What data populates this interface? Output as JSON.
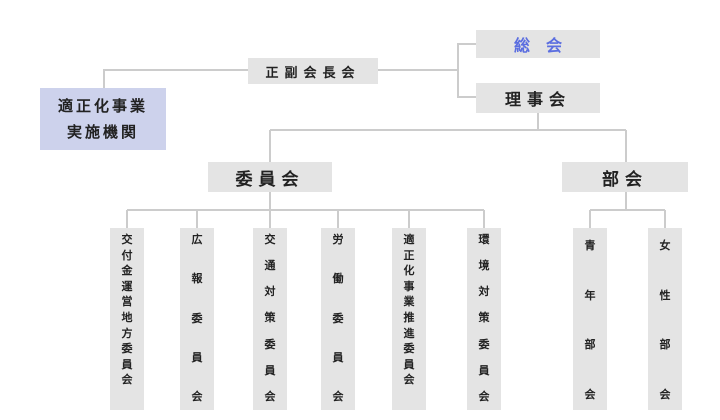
{
  "colors": {
    "box_fill": "#e4e4e4",
    "side_fill": "#cdd2ec",
    "line": "#cccccc",
    "general_meeting_text": "#5b6ee0",
    "text": "#222222"
  },
  "top": {
    "general_meeting": "総　会",
    "vice_chairs": "正副会長会",
    "board": "理事会"
  },
  "side_org": {
    "line1": "適正化事業",
    "line2": "実施機関"
  },
  "committees": {
    "label": "委員会",
    "items": [
      "交付金運営地方委員会",
      "広報委員会",
      "交通対策委員会",
      "労働委員会",
      "適正化事業推進委員会",
      "環境対策委員会"
    ]
  },
  "divisions": {
    "label": "部会",
    "items": [
      "青年部会",
      "女性部会"
    ]
  }
}
